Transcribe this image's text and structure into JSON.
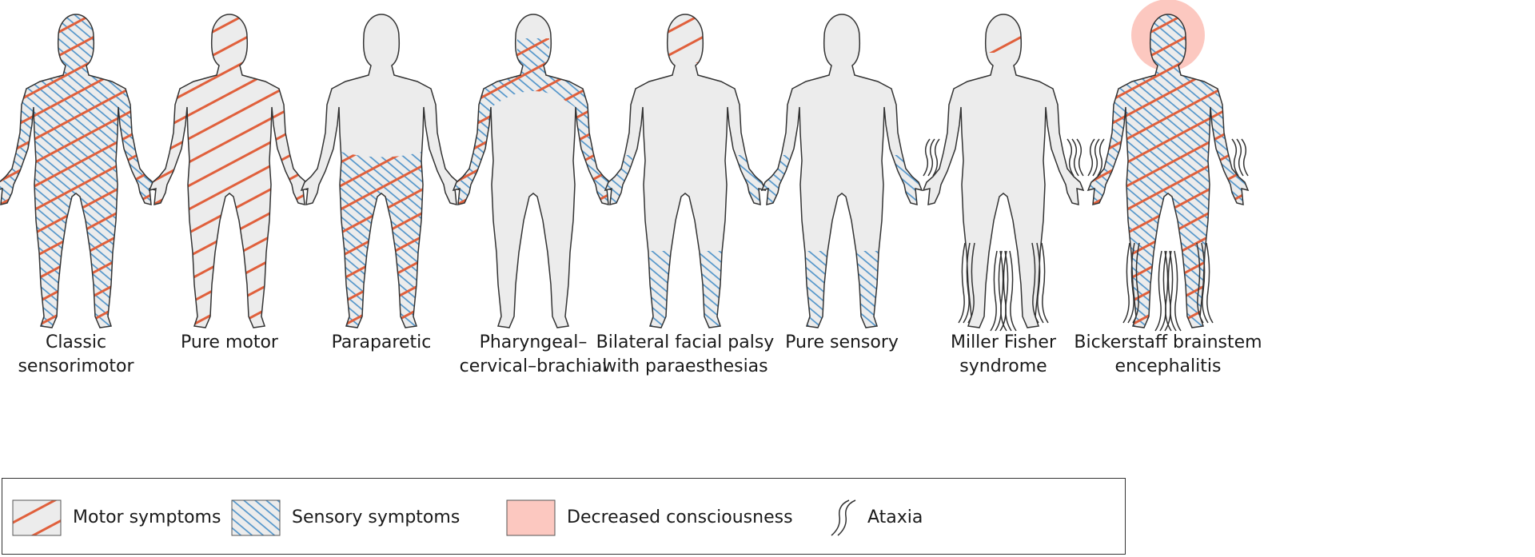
{
  "figures": [
    {
      "line1": "Classic",
      "line2": "sensorimotor"
    },
    {
      "line1": "Pure motor",
      "line2": ""
    },
    {
      "line1": "Paraparetic",
      "line2": ""
    },
    {
      "line1": "Pharyngeal–",
      "line2": "cervical–brachial"
    },
    {
      "line1": "Bilateral facial palsy",
      "line2": "with paraesthesias"
    },
    {
      "line1": "Pure sensory",
      "line2": ""
    },
    {
      "line1": "Miller Fisher",
      "line2": "syndrome"
    },
    {
      "line1": "Bickerstaff brainstem",
      "line2": "encephalitis"
    }
  ],
  "legend": {
    "motor": "Motor symptoms",
    "sensory": "Sensory symptoms",
    "consciousness": "Decreased consciousness",
    "ataxia": "Ataxia"
  },
  "colors": {
    "motor": "#e0603c",
    "sensory": "#4a90c8",
    "consciousness": "#fcc8c0",
    "body": "#ececec",
    "outline": "#333333"
  }
}
